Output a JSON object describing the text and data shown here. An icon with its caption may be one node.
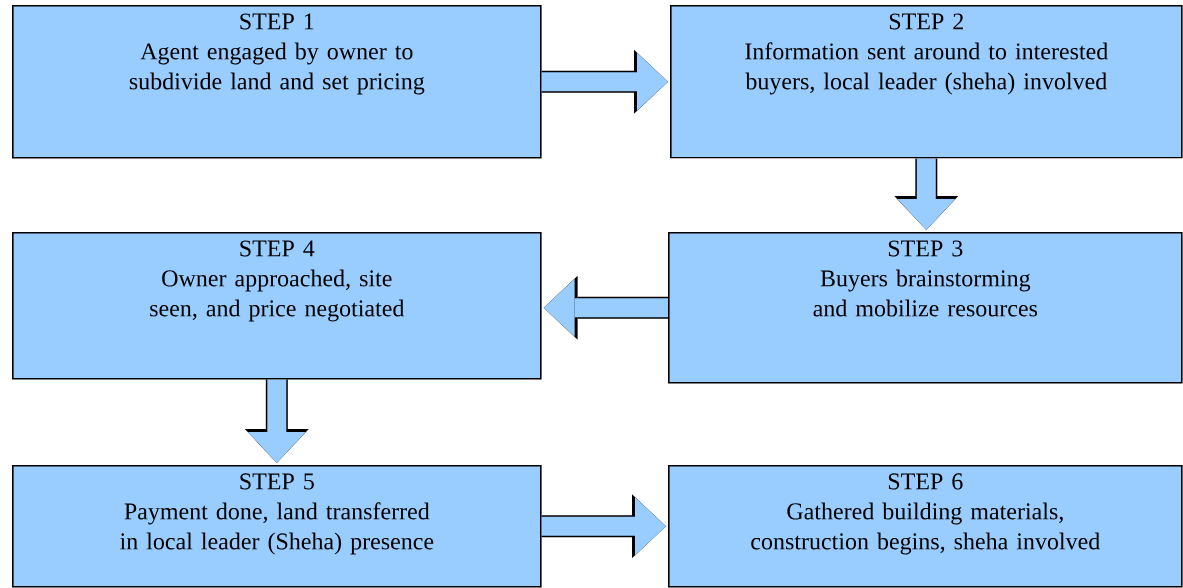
{
  "diagram": {
    "nodes": [
      {
        "text": [
          "STEP 1",
          "Agent engaged by owner to subdivide land and set pricing"
        ]
      },
      {
        "text": [
          "STEP 2",
          "Information sent around to interested buyers, local leader (sheha) involved"
        ]
      },
      {
        "text": [
          "STEP 3",
          "Buyers brainstorming and mobilize resources"
        ]
      },
      {
        "text": [
          "STEP 4",
          "Owner approached, site seen, and price negotiated"
        ]
      },
      {
        "text": [
          "STEP 5",
          "Payment done, land transferred in local leader (Sheha) presence"
        ]
      },
      {
        "text": [
          "STEP 6",
          "Gathered building materials, construction begins, sheha involved"
        ]
      }
    ],
    "edges": [
      {
        "from": 0,
        "to": 1,
        "arrow": "to"
      },
      {
        "from": 1,
        "to": 2,
        "arrow": "to"
      },
      {
        "from": 2,
        "to": 3,
        "arrow": "to"
      },
      {
        "from": 3,
        "to": 4,
        "arrow": "to"
      },
      {
        "from": 4,
        "to": 5,
        "arrow": "to"
      }
    ]
  }
}
